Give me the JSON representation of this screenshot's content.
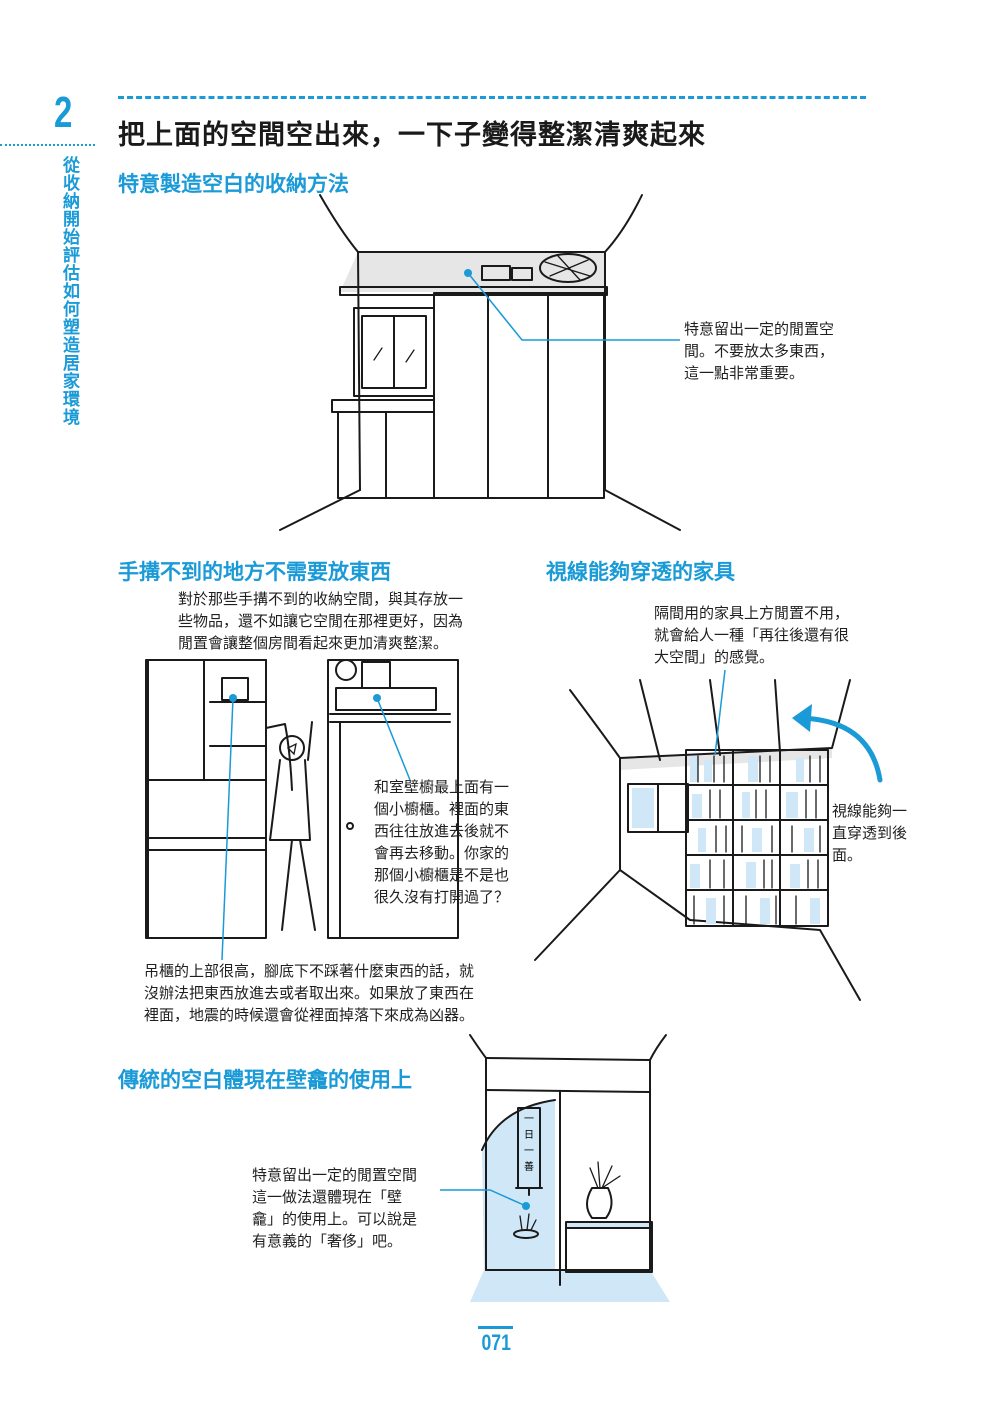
{
  "chapter": {
    "number": "2",
    "side_title": "從收納開始評估如何塑造居家環境"
  },
  "main_title": "把上面的空間空出來，一下子變得整潔清爽起來",
  "sections": {
    "s1": {
      "title": "特意製造空白的收納方法",
      "note": "特意留出一定的閒置空\n間。不要放太多東西，\n這一點非常重要。"
    },
    "s2": {
      "title": "手搆不到的地方不需要放東西",
      "note_top": "對於那些手搆不到的收納空間，與其存放一\n些物品，還不如讓它空閒在那裡更好，因為\n閒置會讓整個房間看起來更加清爽整潔。",
      "note_mid": "和室壁櫥最上面有一\n個小櫥櫃。裡面的東\n西往往放進去後就不\n會再去移動。你家的\n那個小櫥櫃是不是也\n很久沒有打開過了？",
      "note_bottom": "吊櫃的上部很高，腳底下不踩著什麼東西的話，就\n沒辦法把東西放進去或者取出來。如果放了東西在\n裡面，地震的時候還會從裡面掉落下來成為凶器。"
    },
    "s3": {
      "title": "視線能夠穿透的家具",
      "note_top": "隔間用的家具上方閒置不用，\n就會給人一種「再往後還有很\n大空間」的感覺。",
      "note_side": "視線能夠一\n直穿透到後\n面。"
    },
    "s4": {
      "title": "傳統的空白體現在壁龕的使用上",
      "note": "特意留出一定的閒置空間\n這一做法還體現在「壁\n龕」的使用上。可以說是\n有意義的「奢侈」吧。",
      "scroll_text": "一日一善"
    }
  },
  "page_number": "071",
  "colors": {
    "accent": "#1a9ad6",
    "light_accent": "#cfe7f7",
    "ink": "#1a1a1a"
  }
}
